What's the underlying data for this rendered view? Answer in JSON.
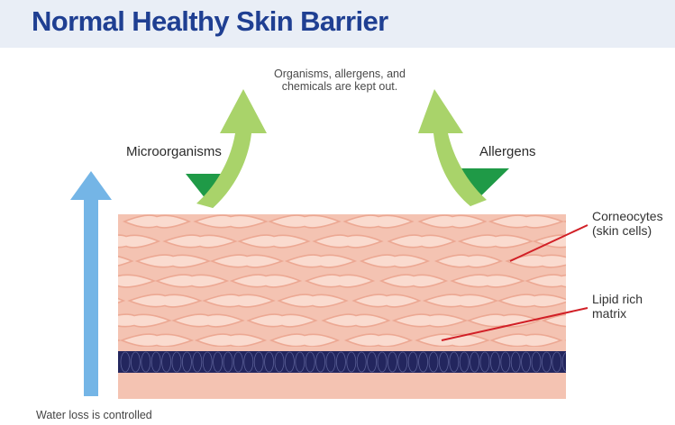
{
  "title": "Normal Healthy Skin Barrier",
  "labels": {
    "caption": "Organisms, allergens, and chemicals are kept out.",
    "microorganisms": "Microorganisms",
    "allergens": "Allergens",
    "corneocytes_line1": "Corneocytes",
    "corneocytes_line2": "(skin cells)",
    "lipid_line1": "Lipid rich",
    "lipid_line2": "matrix",
    "water_loss": "Water loss is controlled"
  },
  "colors": {
    "title": "#1f3f92",
    "title_bar": "#e9eef6",
    "arrow_light_green": "#a9d36a",
    "arrow_dark_green": "#1f9a47",
    "water_arrow": "#74b5e6",
    "skin_base": "#f4c3b2",
    "cell_fill": "#fadbcf",
    "cell_border": "#eca893",
    "basal_dark": "#23265e",
    "leader_line": "#d11f26"
  },
  "icons": {
    "left_arrow": "curved-up-arrow-icon",
    "right_arrow": "curved-up-arrow-icon",
    "water_arrow": "up-arrow-icon"
  }
}
